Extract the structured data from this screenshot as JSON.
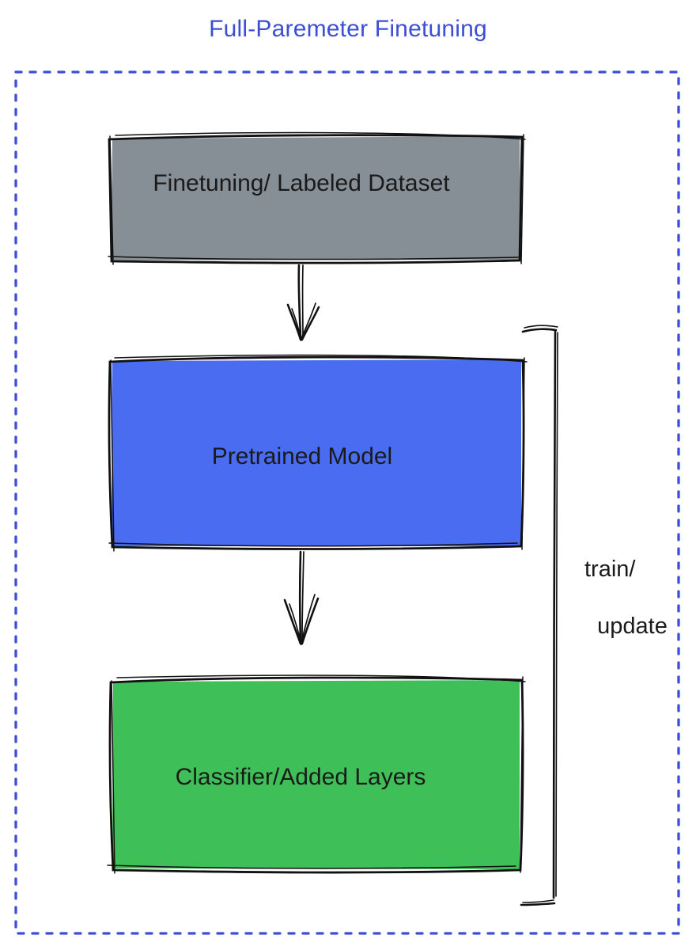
{
  "title": "Full-Paremeter Finetuning",
  "colors": {
    "accent": "#3c4ed5",
    "stroke": "#111111",
    "text": "#1a1a1a"
  },
  "nodes": {
    "dataset": {
      "label": "Finetuning/ Labeled Dataset",
      "fill": "#878f96"
    },
    "pretrained": {
      "label": "Pretrained Model",
      "fill": "#4a6cf0"
    },
    "classifier": {
      "label": "Classifier/Added Layers",
      "fill": "#3fbf58"
    }
  },
  "edges": [
    {
      "from": "Finetuning/ Labeled Dataset",
      "to": "Pretrained Model"
    },
    {
      "from": "Pretrained Model",
      "to": "Classifier/Added Layers"
    }
  ],
  "bracket": {
    "line1": "train/",
    "line2": "update"
  }
}
